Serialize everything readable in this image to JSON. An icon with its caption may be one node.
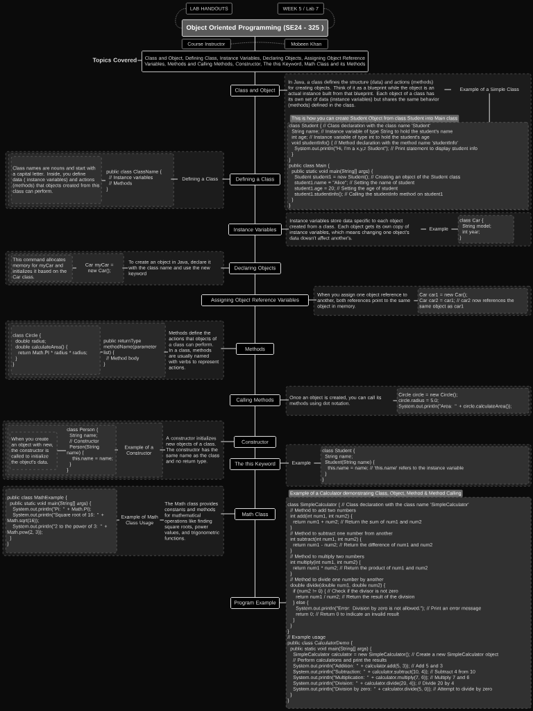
{
  "diagram": {
    "nodes": [
      {
        "text": [
          "Object Oriented Programming (SE24 - 325 )"
        ]
      },
      {
        "text": [
          "LAB HANDOUTS"
        ]
      },
      {
        "text": [
          "WEEK  5 / Lab 7"
        ]
      },
      {
        "text": [
          "Course Instructor"
        ]
      },
      {
        "text": [
          "Mobeen Khan"
        ]
      },
      {
        "text": [
          "Topics Covered"
        ]
      },
      {
        "text": [
          "Class and Object, Defining Class, Instance Variables, Declaring Objects, Assigning Object Reference Variables, Methods and Calling Methods, Constructor, The this Keyword, Math Class and its Methods"
        ]
      },
      {
        "text": [
          "Class and Object"
        ]
      },
      {
        "text": [],
        "shape": "box"
      },
      {
        "text": [
          "In Java, a class defines the structure (data) and actions (methods) for creating objects. Think of it as a blueprint while the object is an actual instance built from that blueprint. Each object of a class has its own set of data (instance variables) but shares the same behavior (methods) defined in the class."
        ],
        "in": 8
      },
      {
        "text": [
          "Example of a Simple Class"
        ],
        "in": 8
      },
      {
        "text": [
          "This is how you can create Student Object from class Student into Main class",
          "class Student {            // Class declaration with the class name 'Student'",
          "String name;         // Instance variable of type String to hold the student's name",
          "int age;        // Instance variable of type int to hold the student's age",
          "void studentInfo() {      // Method declaration with the method name 'studentInfo'",
          "System.out.println(\"Hi, I'm a x,y,z Student\"); // Print statement to display student info",
          "}",
          "}",
          "public class Main {",
          "public static void main(String[] args) {",
          "Student student1 = new Student(); // Creating an object of the Student class",
          "student1.name = \"Alice\";       // Setting the name of student",
          "student1.age = 20;      // Setting the age of student",
          "student1.studentInfo();        // Calling the studentInfo method on student1",
          "}",
          "}"
        ],
        "in": 8
      },
      {
        "text": [
          "Defining a Class"
        ]
      },
      {
        "text": [],
        "shape": "box"
      },
      {
        "text": [],
        "shape": "box",
        "in": 13
      },
      {
        "text": [
          "Class names are nouns and start with a capital letter. Inside, you define data ( instance variables) and actions (methods) that objects created from this class can perform."
        ],
        "in": 14
      },
      {
        "text": [
          "public class ClassName {",
          "// Instance variables",
          "// Methods",
          "}"
        ],
        "in": 14
      },
      {
        "text": [
          "Defining a Class"
        ],
        "in": 13
      },
      {
        "text": [
          "Instance Variables"
        ]
      },
      {
        "text": [],
        "shape": "box"
      },
      {
        "text": [
          "Instance variables store data specific to each object created from a class. Each object gets its own copy of instance variables, which means changing one object's data doesn't affect another's."
        ],
        "in": 19
      },
      {
        "text": [
          "Example"
        ],
        "in": 19
      },
      {
        "text": [
          "class Car {",
          "String model;",
          "int year;",
          "}"
        ],
        "in": 19
      },
      {
        "text": [
          "Declaring Objects"
        ]
      },
      {
        "text": [],
        "shape": "box"
      },
      {
        "text": [],
        "shape": "box",
        "in": 24
      },
      {
        "text": [
          "This command allocates memory for myCar and initializes it based on the Car class."
        ],
        "in": 25
      },
      {
        "text": [
          "Car myCar = new Car();"
        ],
        "in": 25
      },
      {
        "text": [
          "To create an object in Java, declare it with the class name and use the new keyword"
        ],
        "in": 24
      },
      {
        "text": [
          "Assigning Object Reference Variables"
        ]
      },
      {
        "text": [],
        "shape": "box"
      },
      {
        "text": [
          "When you assign one object reference to another, both references point to the same object in memory."
        ],
        "in": 30
      },
      {
        "text": [
          "Car car1 = new Car();",
          "Car car2 = car1;  // car2 now references the same object as car1"
        ],
        "in": 30
      },
      {
        "text": [
          "Methods"
        ]
      },
      {
        "text": [],
        "shape": "box"
      },
      {
        "text": [],
        "shape": "box",
        "in": 34
      },
      {
        "text": [
          "class Circle {",
          "double radius;",
          "double calculateArea() {",
          "return Math.PI * radius * radius;",
          "}",
          "}"
        ],
        "in": 35
      },
      {
        "text": [
          "public returnType methodName(parameter list) {",
          "// Method body",
          "}"
        ],
        "in": 35
      },
      {
        "text": [
          "Methods define the actions that objects of a class can perform. In a class, methods are usually named with verbs to represent actions."
        ],
        "in": 34
      },
      {
        "text": [
          "Calling Methods"
        ]
      },
      {
        "text": [],
        "shape": "box"
      },
      {
        "text": [
          "Once an object is created, you can call its methods using dot notation."
        ],
        "in": 40
      },
      {
        "text": [
          "Circle circle = new Circle();",
          "circle.radius = 5.0;",
          "System.out.println(\"Area: \" + circle.calculateArea());"
        ],
        "in": 40
      },
      {
        "text": [
          "Constructor"
        ]
      },
      {
        "text": [],
        "shape": "box"
      },
      {
        "text": [],
        "shape": "box",
        "in": 44
      },
      {
        "text": [],
        "shape": "box",
        "in": 45
      },
      {
        "text": [
          "When you create an object with new, the constructor is called to initialize the object's data."
        ],
        "in": 46
      },
      {
        "text": [
          "class Person {",
          "String name;",
          "// Constructor",
          "Person(String name) {",
          "this.name = name;",
          "}",
          "}"
        ],
        "in": 46
      },
      {
        "text": [
          "Example of a Constructor"
        ],
        "in": 45
      },
      {
        "text": [
          "A constructor initializes new objects of a class. The constructor has the same name as the class and no return type."
        ],
        "in": 44
      },
      {
        "text": [
          "The this Keyword"
        ]
      },
      {
        "text": [],
        "shape": "box"
      },
      {
        "text": [
          "Example"
        ],
        "in": 52
      },
      {
        "text": [
          "class Student {",
          "String name;",
          "Student(String name) {",
          "this.name = name;  // 'this.name' refers to the instance variable",
          "}",
          "}"
        ],
        "in": 52
      },
      {
        "text": [
          "Math Class"
        ]
      },
      {
        "text": [],
        "shape": "box"
      },
      {
        "text": [
          "public class MathExample {",
          "public static void main(String[] args) {",
          "System.out.println(\"Pi: \" + Math.PI);",
          "System.out.println(\"Square root of 16: \" + Math.sqrt(16));",
          "System.out.println(\"2 to the power of 3: \" + Math.pow(2, 3));",
          "}",
          "}"
        ],
        "in": 56
      },
      {
        "text": [
          "Example of Math Class Usage"
        ],
        "in": 56
      },
      {
        "text": [
          "The Math class provides constants and methods for mathematical operations like finding square roots, power values, and trigonometric functions."
        ],
        "in": 56
      },
      {
        "text": [
          "Program Example"
        ]
      },
      {
        "text": [
          "Example of a Calculator demonstrating Class, Object, Method & Method Calling",
          "class SimpleCalculator {          // Class declaration with the class name 'SimpleCalculator'",
          "// Method to add two numbers",
          "int add(int num1, int num2) {",
          "return num1 + num2; // Return the sum of num1 and num2",
          "}",
          "// Method to subtract one number from another",
          "int subtract(int num1, int num2) {",
          "return num1 - num2; // Return the difference of num1 and num2",
          "}",
          "// Method to multiply two numbers",
          "int multiply(int num1, int num2) {",
          "return num1 * num2; // Return the product of num1 and num2",
          "}",
          "// Method to divide one number by another",
          "double divide(double num1, double num2) {",
          "if (num2 != 0) { // Check if the divisor is not zero",
          "return num1 / num2; // Return the result of the division",
          "} else {",
          "System.out.println(\"Error: Division by zero is not allowed.\"); // Print an error message",
          "return 0; // Return 0 to indicate an invalid result",
          "}",
          "}",
          "}",
          "// Example usage",
          "public class CalculatorDemo {",
          "public static void main(String[] args) {",
          "SimpleCalculator calculator = new SimpleCalculator(); // Create a new SimpleCalculator object",
          "// Perform calculations and print the results",
          "System.out.println(\"Addition: \" + calculator.add(5, 3)); // Add 5 and 3",
          "System.out.println(\"Subtraction: \" + calculator.subtract(10, 4)); // Subtract 4 from 10",
          "System.out.println(\"Multiplication: \" + calculator.multiply(7, 6)); // Multiply 7 and 6",
          "System.out.println(\"Division: \" + calculator.divide(20, 4)); // Divide 20 by 4",
          "System.out.println(\"Division by zero: \" + calculator.divide(5, 0)); // Attempt to divide by zero",
          "}",
          "}"
        ]
      }
    ],
    "edges": [
      {
        "from": 1,
        "to": 0,
        "arrow": "none",
        "style": "dashed"
      },
      {
        "from": 2,
        "to": 0,
        "arrow": "none",
        "style": "dashed"
      },
      {
        "from": 3,
        "to": 4,
        "arrow": "none",
        "style": "dashed"
      },
      {
        "from": 0,
        "to": 6,
        "arrow": "none"
      },
      {
        "from": 5,
        "to": 6,
        "arrow": "none"
      },
      {
        "from": 6,
        "to": 7,
        "arrow": "none"
      },
      {
        "from": 7,
        "to": 9,
        "arrow": "none"
      },
      {
        "from": 9,
        "to": 10,
        "arrow": "none"
      },
      {
        "from": 10,
        "to": 11,
        "arrow": "none"
      },
      {
        "from": 7,
        "to": 12,
        "arrow": "none"
      },
      {
        "from": 12,
        "to": 17,
        "arrow": "none"
      },
      {
        "from": 17,
        "to": 16,
        "arrow": "none"
      },
      {
        "from": 16,
        "to": 15,
        "arrow": "none"
      },
      {
        "from": 12,
        "to": 18,
        "arrow": "none"
      },
      {
        "from": 18,
        "to": 20,
        "arrow": "none"
      },
      {
        "from": 20,
        "to": 21,
        "arrow": "none"
      },
      {
        "from": 21,
        "to": 22,
        "arrow": "none"
      },
      {
        "from": 18,
        "to": 23,
        "arrow": "none"
      },
      {
        "from": 23,
        "to": 28,
        "arrow": "none"
      },
      {
        "from": 28,
        "to": 27,
        "arrow": "none"
      },
      {
        "from": 27,
        "to": 26,
        "arrow": "none"
      },
      {
        "from": 23,
        "to": 29,
        "arrow": "none"
      },
      {
        "from": 29,
        "to": 31,
        "arrow": "none"
      },
      {
        "from": 31,
        "to": 32,
        "arrow": "none"
      },
      {
        "from": 29,
        "to": 33,
        "arrow": "none"
      },
      {
        "from": 33,
        "to": 38,
        "arrow": "none"
      },
      {
        "from": 38,
        "to": 37,
        "arrow": "none"
      },
      {
        "from": 37,
        "to": 36,
        "arrow": "none"
      },
      {
        "from": 33,
        "to": 39,
        "arrow": "none"
      },
      {
        "from": 39,
        "to": 41,
        "arrow": "none"
      },
      {
        "from": 41,
        "to": 42,
        "arrow": "none"
      },
      {
        "from": 39,
        "to": 43,
        "arrow": "none"
      },
      {
        "from": 43,
        "to": 50,
        "arrow": "none"
      },
      {
        "from": 50,
        "to": 49,
        "arrow": "none"
      },
      {
        "from": 49,
        "to": 48,
        "arrow": "none"
      },
      {
        "from": 48,
        "to": 47,
        "arrow": "none"
      },
      {
        "from": 43,
        "to": 51,
        "arrow": "none"
      },
      {
        "from": 51,
        "to": 53,
        "arrow": "none"
      },
      {
        "from": 53,
        "to": 54,
        "arrow": "none"
      },
      {
        "from": 51,
        "to": 55,
        "arrow": "none"
      },
      {
        "from": 55,
        "to": 59,
        "arrow": "none"
      },
      {
        "from": 59,
        "to": 58,
        "arrow": "none"
      },
      {
        "from": 58,
        "to": 57,
        "arrow": "none"
      },
      {
        "from": 55,
        "to": 60,
        "arrow": "none"
      },
      {
        "from": 60,
        "to": 61,
        "arrow": "none"
      }
    ]
  }
}
